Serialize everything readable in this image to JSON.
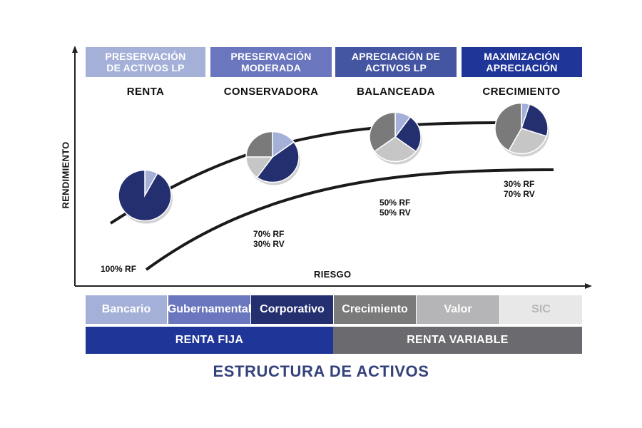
{
  "colors": {
    "light_blue": "#a4b0d8",
    "mid_blue": "#6a76bd",
    "blue": "#4455a2",
    "navy": "#1f3597",
    "dark_navy": "#242f70",
    "gray": "#7a7a7a",
    "light_gray": "#c6c6c6",
    "pale_gray": "#e8e8e8",
    "dark_gray": "#6a6a6f",
    "title": "#33427a"
  },
  "headers": [
    {
      "label": "PRESERVACIÓN\nDE ACTIVOS LP",
      "color": "#a4b0d8"
    },
    {
      "label": "PRESERVACIÓN\nMODERADA",
      "color": "#6a76bd"
    },
    {
      "label": "APRECIACIÓN DE\nACTIVOS LP",
      "color": "#4455a2"
    },
    {
      "label": "MAXIMIZACIÓN\nAPRECIACIÓN",
      "color": "#1f3597"
    }
  ],
  "profiles": [
    "RENTA",
    "CONSERVADORA",
    "BALANCEADA",
    "CRECIMIENTO"
  ],
  "allocations": [
    "100% RF",
    "70% RF\n30% RV",
    "50% RF\n50% RV",
    "30% RF\n70% RV"
  ],
  "axis": {
    "y_label": "RENDIMIENTO",
    "x_label": "RIESGO"
  },
  "categories": [
    {
      "label": "Bancario",
      "color": "#a4b0d8",
      "text_color": "#ffffff"
    },
    {
      "label": "Gubernamental",
      "color": "#6a76bd",
      "text_color": "#ffffff"
    },
    {
      "label": "Corporativo",
      "color": "#242f70",
      "text_color": "#ffffff"
    },
    {
      "label": "Crecimiento",
      "color": "#7a7a7a",
      "text_color": "#ffffff"
    },
    {
      "label": "Valor",
      "color": "#b5b5b8",
      "text_color": "#ffffff"
    },
    {
      "label": "SIC",
      "color": "#e8e8e8",
      "text_color": "#b8b8b8"
    }
  ],
  "groups": [
    {
      "label": "RENTA FIJA",
      "color": "#1f3597"
    },
    {
      "label": "RENTA VARIABLE",
      "color": "#6a6a6f"
    }
  ],
  "pies": [
    {
      "slices": [
        {
          "value": 0.08,
          "color": "#a4b0d8"
        },
        {
          "value": 0.92,
          "color": "#242f70"
        }
      ]
    },
    {
      "slices": [
        {
          "value": 0.15,
          "color": "#a4b0d8"
        },
        {
          "value": 0.45,
          "color": "#242f70"
        },
        {
          "value": 0.15,
          "color": "#c6c6c6"
        },
        {
          "value": 0.25,
          "color": "#7a7a7a"
        }
      ]
    },
    {
      "slices": [
        {
          "value": 0.1,
          "color": "#a4b0d8"
        },
        {
          "value": 0.25,
          "color": "#242f70"
        },
        {
          "value": 0.3,
          "color": "#c6c6c6"
        },
        {
          "value": 0.35,
          "color": "#7a7a7a"
        }
      ]
    },
    {
      "slices": [
        {
          "value": 0.05,
          "color": "#a4b0d8"
        },
        {
          "value": 0.25,
          "color": "#242f70"
        },
        {
          "value": 0.28,
          "color": "#c6c6c6"
        },
        {
          "value": 0.42,
          "color": "#7a7a7a"
        }
      ]
    }
  ],
  "footer_title": "ESTRUCTURA DE ACTIVOS"
}
